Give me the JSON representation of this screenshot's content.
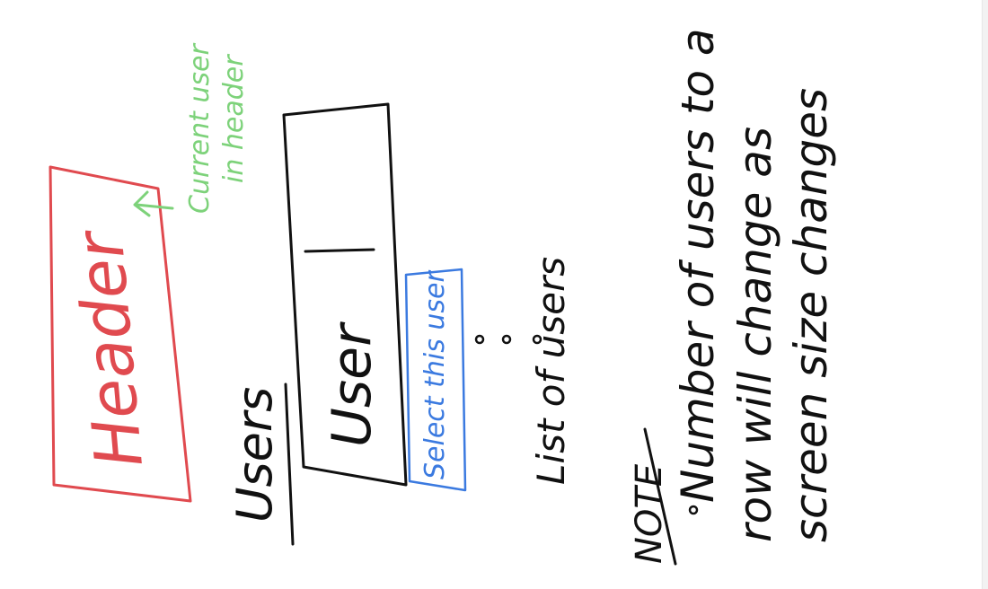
{
  "header": {
    "label": "Header",
    "color": "#e04a4f"
  },
  "current_user_note": {
    "line1": "Current user",
    "line2": "in header",
    "color": "#7dd27a"
  },
  "users": {
    "title": "Users",
    "user_item": "User",
    "select_label": "Select this user",
    "select_color": "#3b7ae0",
    "list_label": "List of users"
  },
  "note": {
    "title": "NOTE",
    "line1": "Number of users to a",
    "line2": "row will change as",
    "line3": "screen size changes"
  },
  "ink_color": "#111111"
}
